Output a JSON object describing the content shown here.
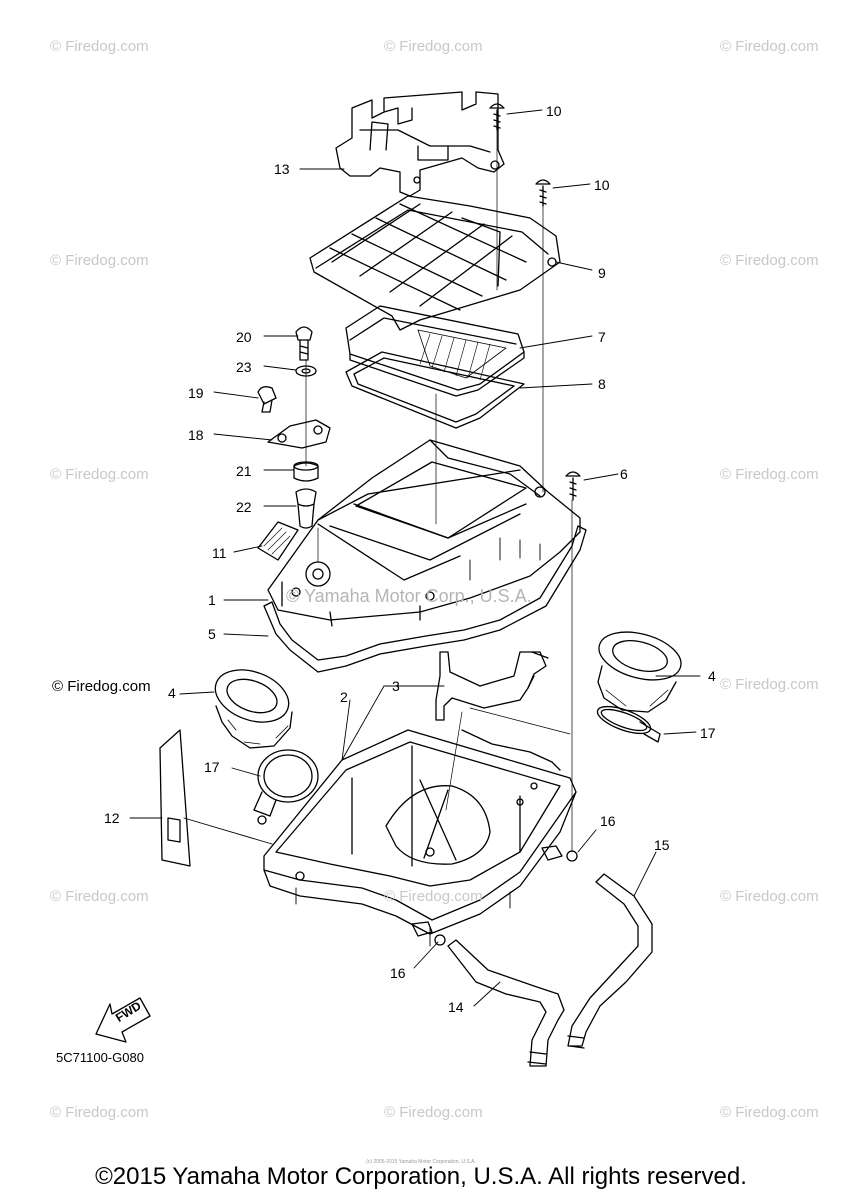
{
  "watermark_text": "© Firedog.com",
  "overlay_watermark": "© Yamaha Motor Corp., U.S.A.",
  "inline_watermark": "© Firedog.com",
  "callouts": [
    "10",
    "10",
    "13",
    "9",
    "7",
    "20",
    "23",
    "8",
    "19",
    "18",
    "21",
    "6",
    "22",
    "11",
    "1",
    "5",
    "4",
    "4",
    "3",
    "2",
    "17",
    "17",
    "12",
    "16",
    "15",
    "16",
    "14"
  ],
  "fwd_label": "FWD",
  "part_code": "5C71100-G080",
  "small_footer": "(c) 2005-2015 Yamaha Motor Corporation, U.S.A.",
  "footer_copyright": "©2015 Yamaha Motor Corporation, U.S.A. All rights reserved."
}
